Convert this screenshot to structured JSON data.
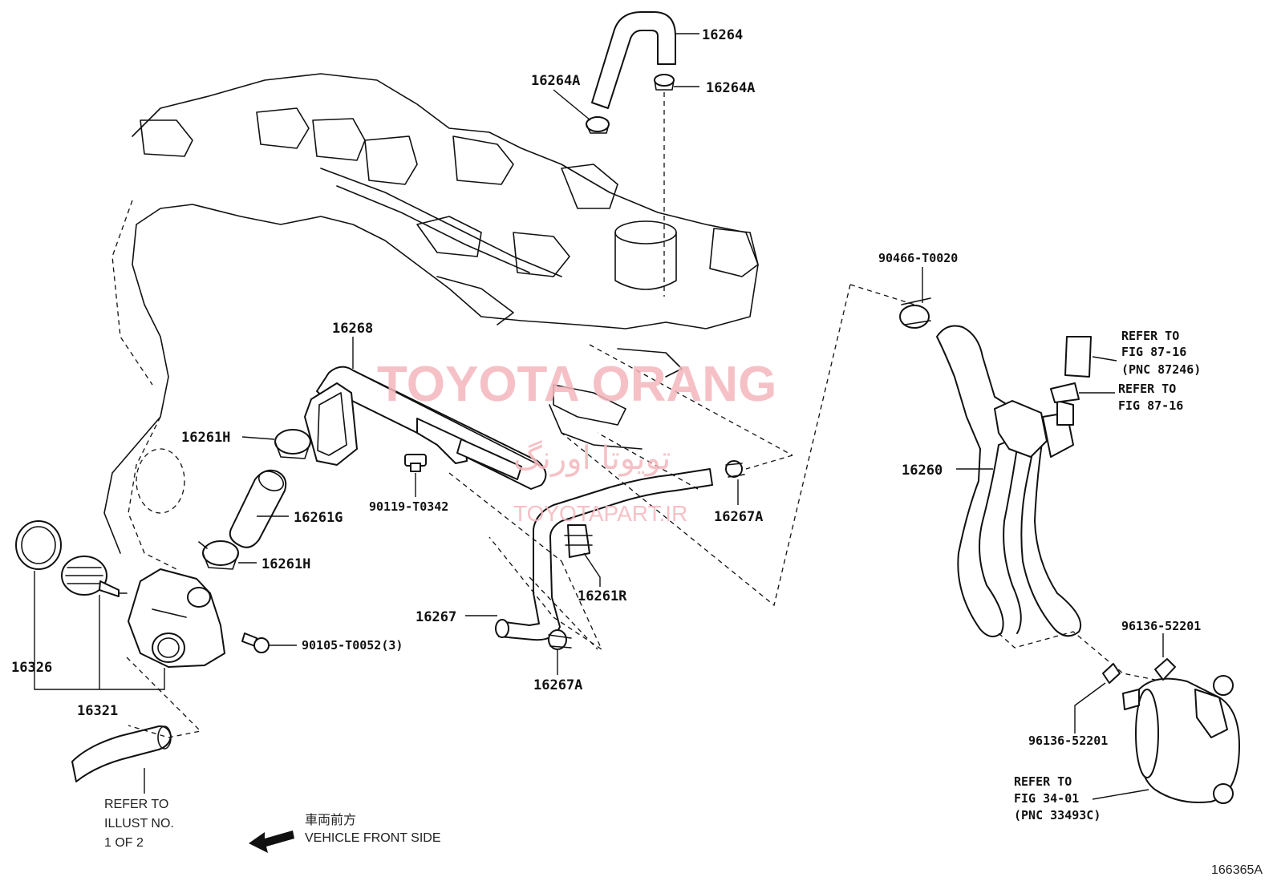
{
  "figure_id": "166365A",
  "watermark": {
    "title": "TOYOTA ORANG",
    "persian": "تویوتا اورنگ",
    "url": "TOYOTAPART.IR"
  },
  "parts": [
    {
      "key": "p16264",
      "number": "16264"
    },
    {
      "key": "p16264A_left",
      "number": "16264A"
    },
    {
      "key": "p16264A_right",
      "number": "16264A"
    },
    {
      "key": "p16268",
      "number": "16268"
    },
    {
      "key": "p16261H_top",
      "number": "16261H"
    },
    {
      "key": "p16261G",
      "number": "16261G"
    },
    {
      "key": "p16261H_bottom",
      "number": "16261H"
    },
    {
      "key": "p90119",
      "number": "90119-T0342"
    },
    {
      "key": "p16267A_right",
      "number": "16267A"
    },
    {
      "key": "p16261R",
      "number": "16261R"
    },
    {
      "key": "p16267",
      "number": "16267"
    },
    {
      "key": "p16267A_bottom",
      "number": "16267A"
    },
    {
      "key": "p90105",
      "number": "90105-T0052(3)"
    },
    {
      "key": "p16326",
      "number": "16326"
    },
    {
      "key": "p16321",
      "number": "16321"
    },
    {
      "key": "p90466",
      "number": "90466-T0020"
    },
    {
      "key": "p16260",
      "number": "16260"
    },
    {
      "key": "p96136_top",
      "number": "96136-52201"
    },
    {
      "key": "p96136_bottom",
      "number": "96136-52201"
    }
  ],
  "notes": {
    "refer_87246": [
      "REFER TO",
      "FIG 87-16",
      "(PNC 87246)"
    ],
    "refer_8716": [
      "REFER TO",
      "FIG 87-16"
    ],
    "refer_3401": [
      "REFER TO",
      "FIG 34-01",
      "(PNC 33493C)"
    ],
    "refer_illust": [
      "REFER TO",
      "ILLUST NO.",
      "1 OF 2"
    ]
  },
  "vehicle_front": {
    "japanese": "車両前方",
    "english": "VEHICLE FRONT SIDE"
  }
}
